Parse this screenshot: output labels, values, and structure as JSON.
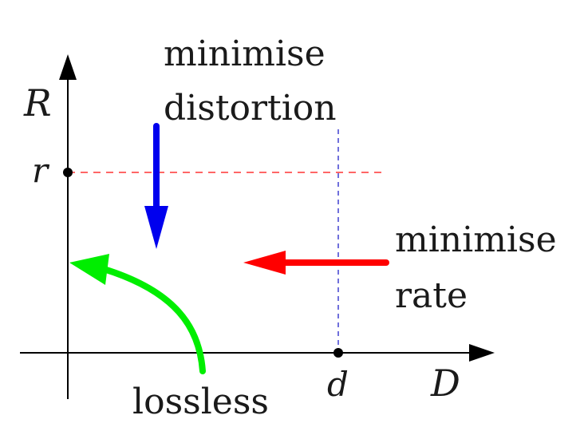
{
  "axes": {
    "y_label": "R",
    "x_label": "D",
    "y_mark_label": "r",
    "x_mark_label": "d"
  },
  "annotations": {
    "distortion_line1": "minimise",
    "distortion_line2": "distortion",
    "rate_line1": "minimise",
    "rate_line2": "rate",
    "lossless": "lossless"
  },
  "colors": {
    "axis": "#000000",
    "distortion_arrow": "#0000ee",
    "rate_arrow": "#ff0000",
    "lossless_arrow": "#00ee00",
    "r_guide": "#ff3333",
    "d_guide": "#3333cc"
  }
}
